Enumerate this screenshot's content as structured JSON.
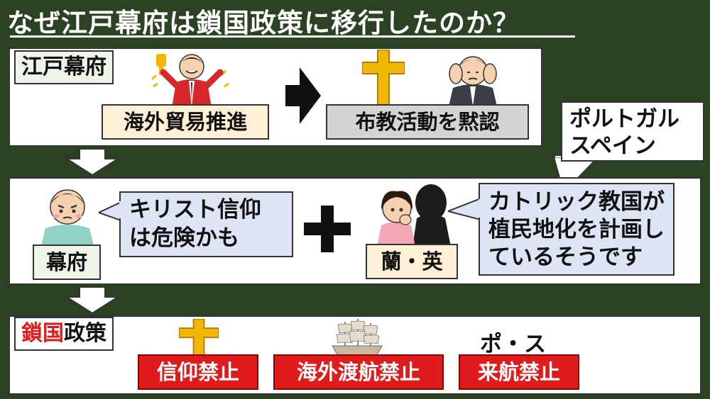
{
  "title": "なぜ江戸幕府は鎖国政策に移行したのか？",
  "section1": {
    "label": "江戸幕府",
    "trade_tag": "海外貿易推進",
    "mission_tag": "布教活動を黙認"
  },
  "callout": {
    "line1": "ポルトガル",
    "line2": "スペイン"
  },
  "section2": {
    "bakufu_tag": "幕府",
    "thought_line1": "キリスト信仰",
    "thought_line2": "は危険かも",
    "dutch_english_tag": "蘭・英",
    "rumor_line1": "カトリック教国が",
    "rumor_line2": "植民地化を計画し",
    "rumor_line3": "ているそうです"
  },
  "section3": {
    "label_red": "鎖国",
    "label_rest": "政策",
    "po_su": "ポ・ス",
    "ban1": "信仰禁止",
    "ban2": "海外渡航禁止",
    "ban3": "来航禁止"
  },
  "colors": {
    "background": "#2b4323",
    "ban_red": "#e01b1b",
    "bubble_blue": "#dde4f3",
    "cross_gold": "#f2b705"
  }
}
